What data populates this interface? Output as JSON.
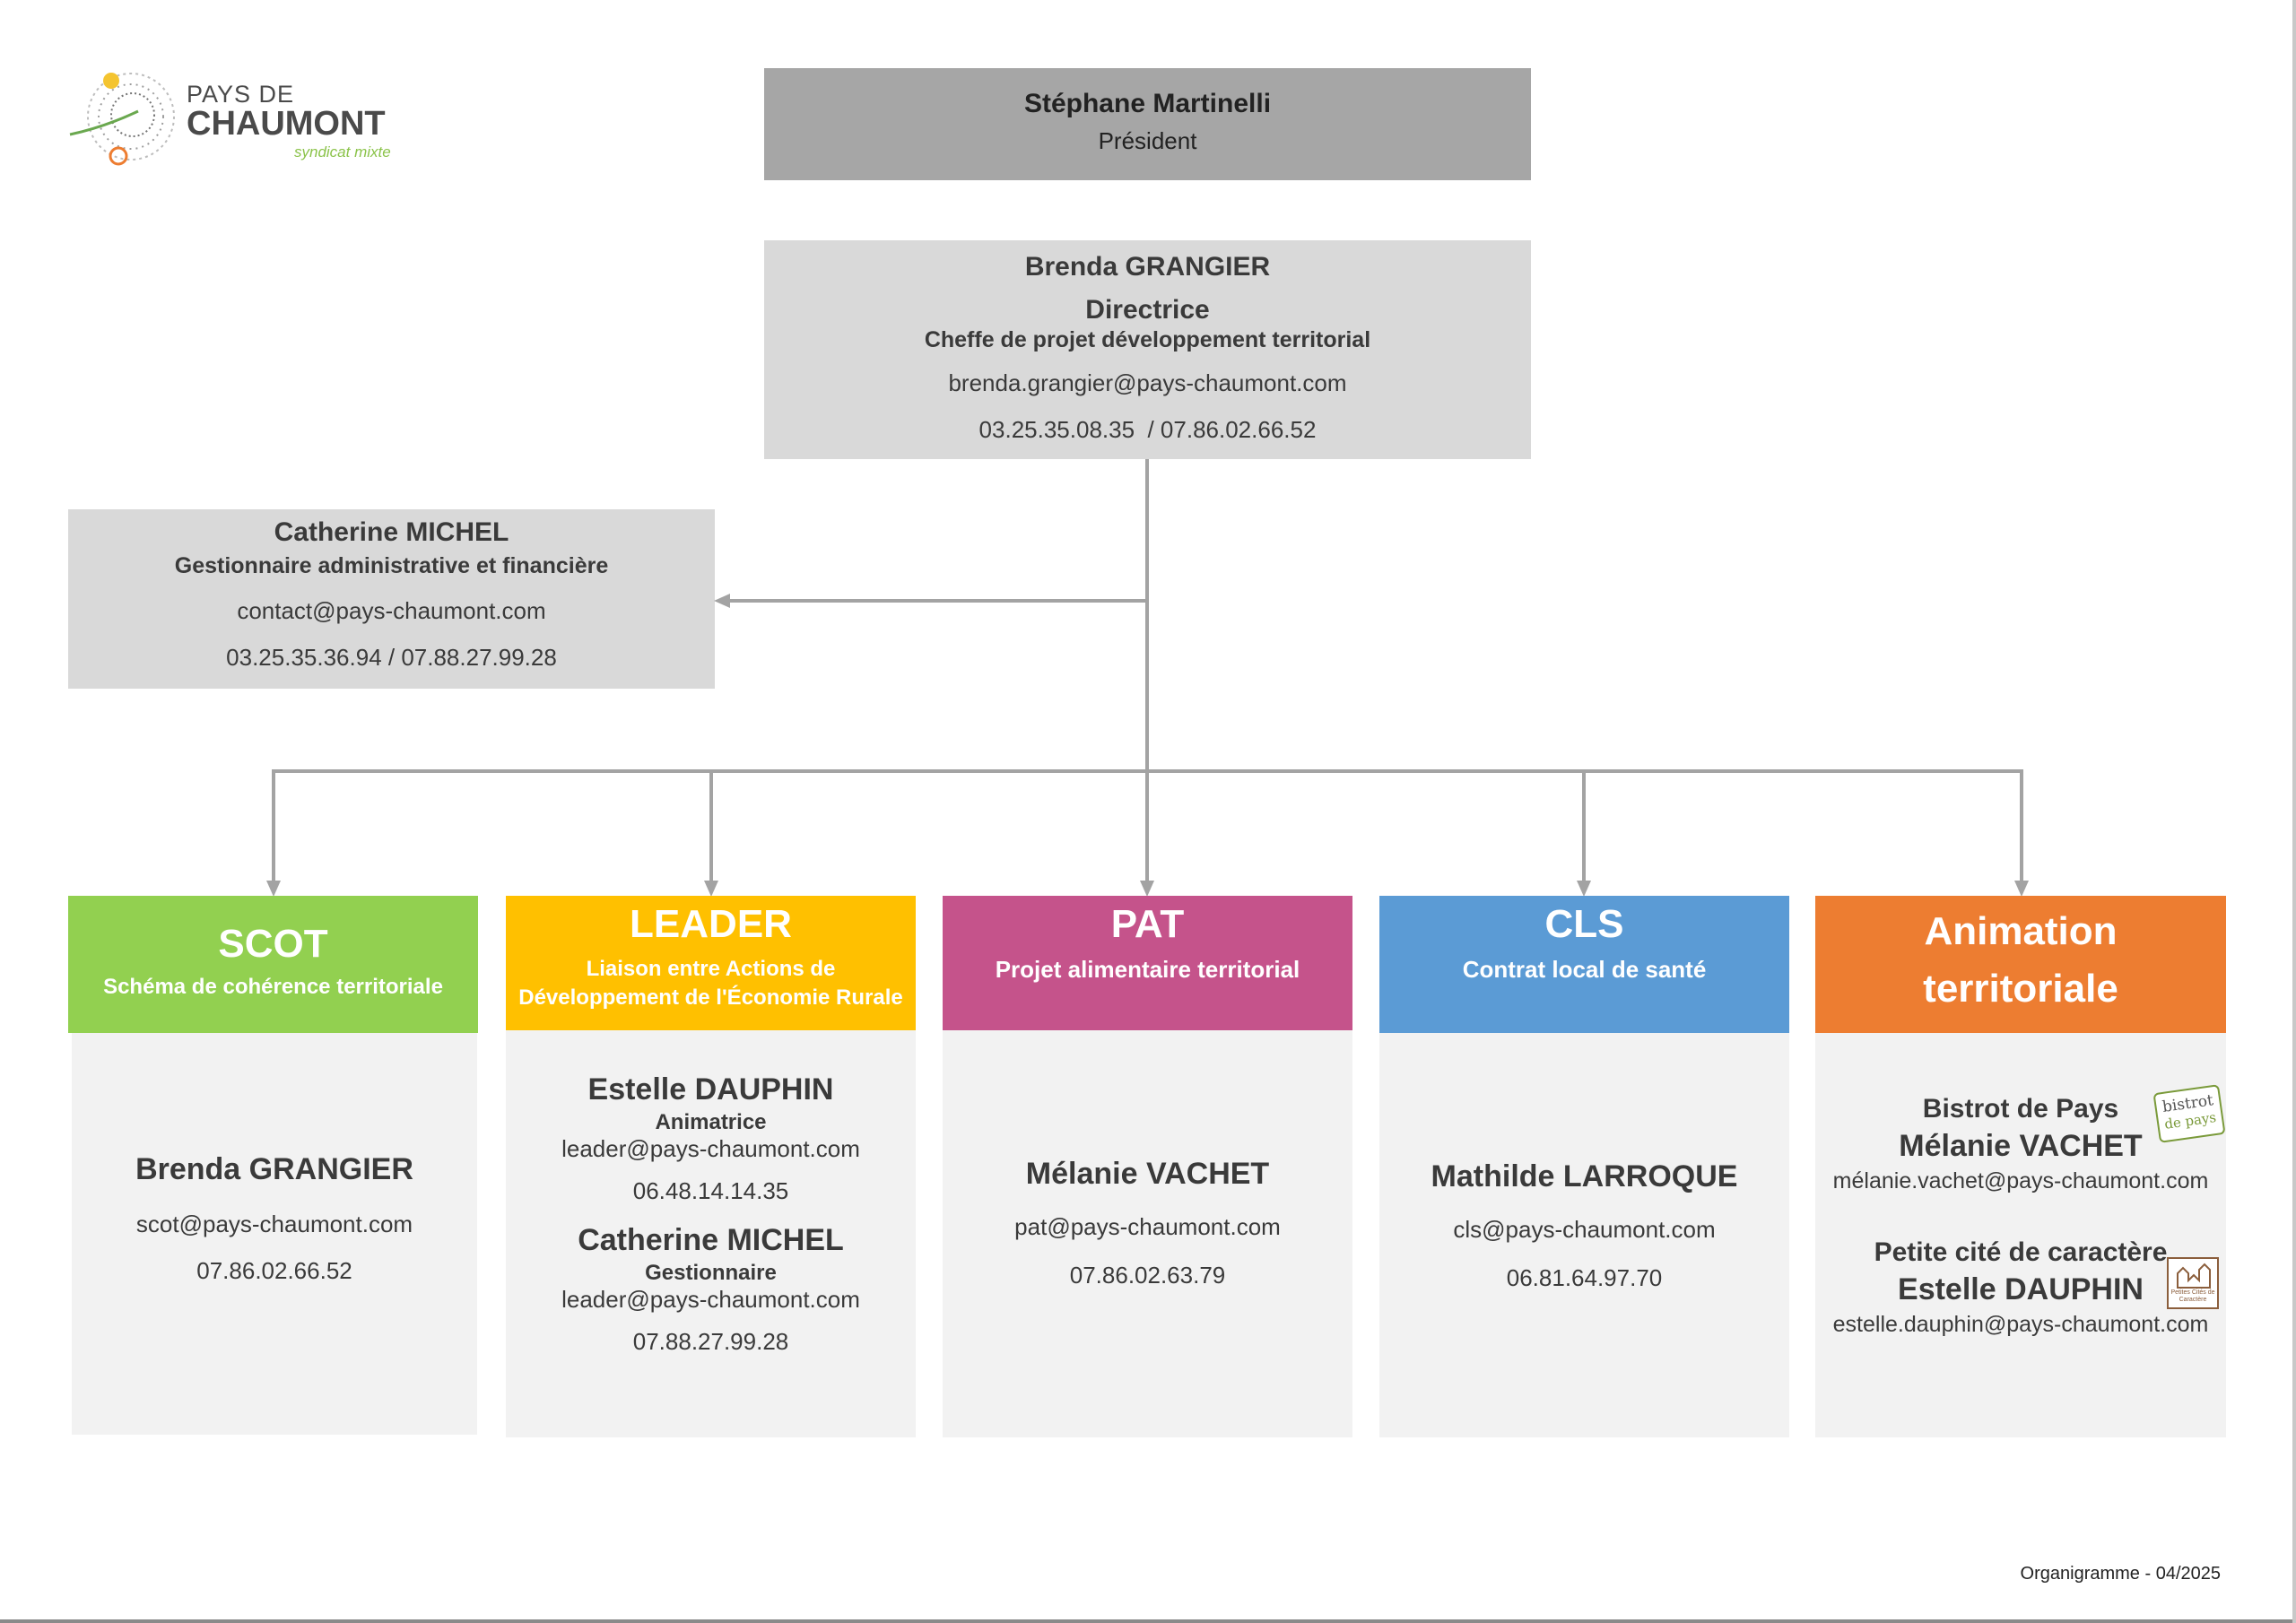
{
  "logo": {
    "line1": "PAYS DE",
    "line2": "CHAUMONT",
    "line3": "syndicat mixte"
  },
  "president": {
    "name": "Stéphane Martinelli",
    "role": "Président"
  },
  "director": {
    "name": "Brenda GRANGIER",
    "role": "Directrice",
    "subrole": "Cheffe de projet développement territorial",
    "email": "brenda.grangier@pays-chaumont.com",
    "phone": "03.25.35.08.35  / 07.86.02.66.52"
  },
  "admin": {
    "name": "Catherine MICHEL",
    "role": "Gestionnaire administrative et financière",
    "email": "contact@pays-chaumont.com",
    "phone": "03.25.35.36.94 / 07.88.27.99.28"
  },
  "departments": {
    "scot": {
      "title": "SCOT",
      "subtitle": "Schéma de cohérence territoriale",
      "color": "#92d050",
      "name": "Brenda GRANGIER",
      "email": "scot@pays-chaumont.com",
      "phone": "07.86.02.66.52"
    },
    "leader": {
      "title": "LEADER",
      "subtitle1": "Liaison entre Actions de",
      "subtitle2": "Développement de l'Économie Rurale",
      "color": "#ffc000",
      "person1": {
        "name": "Estelle DAUPHIN",
        "role": "Animatrice",
        "email": "leader@pays-chaumont.com",
        "phone": "06.48.14.14.35"
      },
      "person2": {
        "name": "Catherine MICHEL",
        "role": "Gestionnaire",
        "email": "leader@pays-chaumont.com",
        "phone": "07.88.27.99.28"
      }
    },
    "pat": {
      "title": "PAT",
      "subtitle": "Projet alimentaire territorial",
      "color": "#c5538b",
      "name": "Mélanie VACHET",
      "email": "pat@pays-chaumont.com",
      "phone": "07.86.02.63.79"
    },
    "cls": {
      "title": "CLS",
      "subtitle": "Contrat local de santé",
      "color": "#5b9bd5",
      "name": "Mathilde LARROQUE",
      "email": "cls@pays-chaumont.com",
      "phone": "06.81.64.97.70"
    },
    "animation": {
      "title1": "Animation",
      "title2": "territoriale",
      "color": "#ed7d31",
      "item1": {
        "label": "Bistrot de Pays",
        "name": "Mélanie VACHET",
        "email": "mélanie.vachet@pays-chaumont.com",
        "badge1": "bistrot",
        "badge2": "de pays"
      },
      "item2": {
        "label": "Petite cité de caractère",
        "name": "Estelle DAUPHIN",
        "email": "estelle.dauphin@pays-chaumont.com",
        "badge": "Petites Cités de Caractère"
      }
    }
  },
  "footer": "Organigramme - 04/2025"
}
